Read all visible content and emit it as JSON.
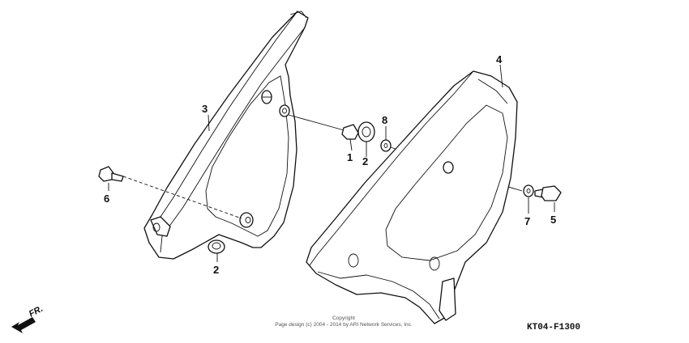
{
  "callouts": [
    "1",
    "2",
    "2",
    "3",
    "4",
    "5",
    "6",
    "7",
    "8"
  ],
  "diagram_code": "KT04-F1300",
  "copyright": {
    "line1": "Copyright",
    "line2": "Page design (c) 2004 - 2014 by ARI Network Services, Inc."
  },
  "direction_label": "FR.",
  "icons": {
    "direction": "front-direction-arrow-icon"
  }
}
